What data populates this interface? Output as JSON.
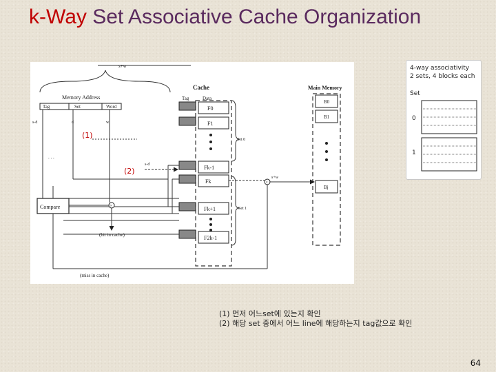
{
  "title": {
    "accent": "k-Way",
    "rest": " Set Associative Cache Organization"
  },
  "diagram": {
    "top_label": "s+w",
    "memory_address": "Memory Address",
    "fields": [
      "Tag",
      "Set",
      "Word"
    ],
    "widths": [
      "s-d",
      "d",
      "w"
    ],
    "cache": "Cache",
    "col_tag": "Tag",
    "col_data": "Data",
    "main_memory": "Main Memory",
    "lines_set0": [
      "F0",
      "F1"
    ],
    "lines_setk": [
      "Fk-1",
      "Fk",
      "Fk+1",
      "F2k-1"
    ],
    "set0_label": "Set 0",
    "set1_label": "Set 1",
    "mem_blocks": [
      "B0",
      "B1",
      "Bj"
    ],
    "sd_label": "s-d",
    "sw_label": "s+w",
    "compare": "Compare",
    "hit": "(hit in cache)",
    "miss": "(miss in cache)",
    "marker1": "(1)",
    "marker2": "(2)"
  },
  "side": {
    "line1": "4-way associativity",
    "line2": "2 sets, 4 blocks each",
    "set_header": "Set",
    "sets": [
      "0",
      "1"
    ]
  },
  "notes": [
    "(1)  먼저 어느set에 있는지 확인",
    "(2)   해당 set 중에서 어느 line에 해당하는지 tag값으로 확인"
  ],
  "page_number": "64"
}
